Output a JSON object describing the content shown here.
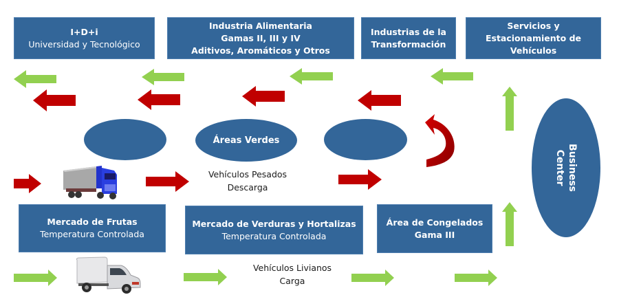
{
  "colors": {
    "box_fill": "#336699",
    "green_arrow": "#92D050",
    "red_arrow": "#C00000",
    "text_white": "#ffffff",
    "text_dark": "#1a1a1a"
  },
  "top_boxes": [
    {
      "id": "idi",
      "line1": "I+D+i",
      "line2": "Universidad y Tecnológico"
    },
    {
      "id": "industria-alimentaria",
      "line1": "Industria Alimentaria",
      "line2": "Gamas II, III y IV",
      "line3": "Aditivos, Aromáticos y Otros"
    },
    {
      "id": "industrias-transformacion",
      "line1": "Industrias de la",
      "line2": "Transformación"
    },
    {
      "id": "servicios",
      "line1": "Servicios y",
      "line2": "Estacionamiento de",
      "line3": "Vehículos"
    }
  ],
  "ellipses": {
    "left": "",
    "areas_verdes": "Áreas Verdes",
    "right": "",
    "business_center_line1": "Business",
    "business_center_line2": "Center"
  },
  "heavy_vehicles": {
    "line1": "Vehículos Pesados",
    "line2": "Descarga",
    "icon": "truck-icon"
  },
  "light_vehicles": {
    "line1": "Vehículos Livianos",
    "line2": "Carga",
    "icon": "van-icon"
  },
  "bottom_boxes": [
    {
      "id": "mercado-frutas",
      "line1": "Mercado de Frutas",
      "line2": "Temperatura Controlada"
    },
    {
      "id": "mercado-verduras",
      "line1": "Mercado de Verduras y Hortalizas",
      "line2": "Temperatura Controlada"
    },
    {
      "id": "area-congelados",
      "line1": "Área de Congelados",
      "line2": "Gama III"
    }
  ]
}
